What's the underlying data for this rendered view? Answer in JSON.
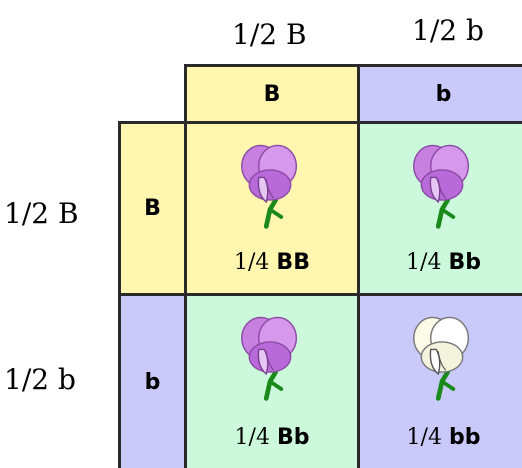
{
  "columns": [
    {
      "fraction_label": "1/2 B",
      "allele": "B"
    },
    {
      "fraction_label": "1/2 b",
      "allele": "b"
    }
  ],
  "rows": [
    {
      "fraction_label": "1/2 B",
      "allele": "B"
    },
    {
      "fraction_label": "1/2 b",
      "allele": "b"
    }
  ],
  "cells": {
    "BB": {
      "fraction": "1/4",
      "genotype": "BB",
      "flower_color": "purple"
    },
    "Bb_top": {
      "fraction": "1/4",
      "genotype": "Bb",
      "flower_color": "purple"
    },
    "Bb_bottom": {
      "fraction": "1/4",
      "genotype": "Bb",
      "flower_color": "purple"
    },
    "bb": {
      "fraction": "1/4",
      "genotype": "bb",
      "flower_color": "white"
    }
  },
  "colors": {
    "B_allele": "#fff6b0",
    "b_allele": "#c9c9fa",
    "heterozygous": "#ccf9dc",
    "purple_petal": "#c77fe0",
    "white_petal": "#fbfbe8",
    "stem": "#1a8a1a"
  }
}
